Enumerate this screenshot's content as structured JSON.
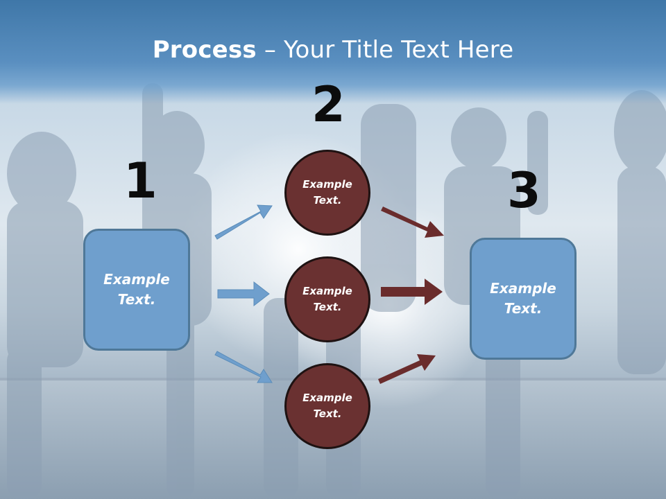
{
  "slide": {
    "title_bold": "Process",
    "title_rest": " – Your Title Text Here"
  },
  "steps": {
    "step1_number": "1",
    "step2_number": "2",
    "step3_number": "3"
  },
  "boxes": {
    "left_text": "Example\nText.",
    "right_text": "Example\nText."
  },
  "circles": {
    "top_text": "Example\nText.",
    "middle_text": "Example\nText.",
    "bottom_text": "Example\nText."
  },
  "colors": {
    "title_bar": "#4a82b5",
    "box_fill": "#6f9fcd",
    "circle_fill": "#6a3131",
    "blue_arrow": "#6f9fcd",
    "maroon_arrow": "#6a2c2c"
  }
}
